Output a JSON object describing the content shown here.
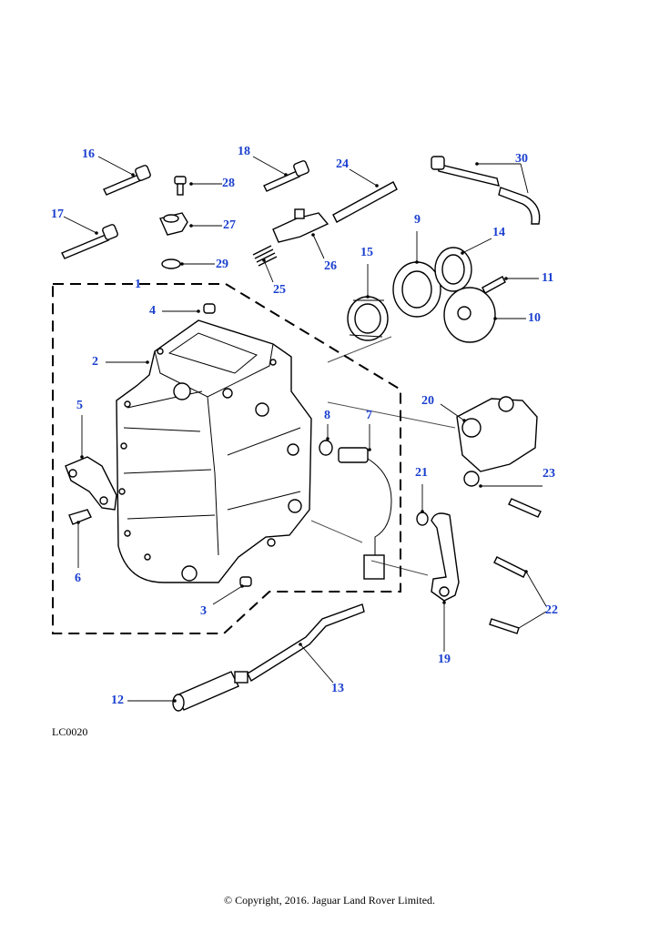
{
  "drawing_code": "LC0020",
  "copyright": "© Copyright, 2016. Jaguar Land Rover Limited.",
  "callouts": {
    "c1": "1",
    "c2": "2",
    "c3": "3",
    "c4": "4",
    "c5": "5",
    "c6": "6",
    "c7": "7",
    "c8": "8",
    "c9": "9",
    "c10": "10",
    "c11": "11",
    "c12": "12",
    "c13": "13",
    "c14": "14",
    "c15": "15",
    "c16": "16",
    "c17": "17",
    "c18": "18",
    "c19": "19",
    "c20": "20",
    "c21": "21",
    "c22": "22",
    "c23": "23",
    "c24": "24",
    "c25": "25",
    "c26": "26",
    "c27": "27",
    "c28": "28",
    "c29": "29",
    "c30": "30"
  },
  "colors": {
    "callout": "#1a3fcf",
    "line": "#000000",
    "background": "#ffffff"
  }
}
